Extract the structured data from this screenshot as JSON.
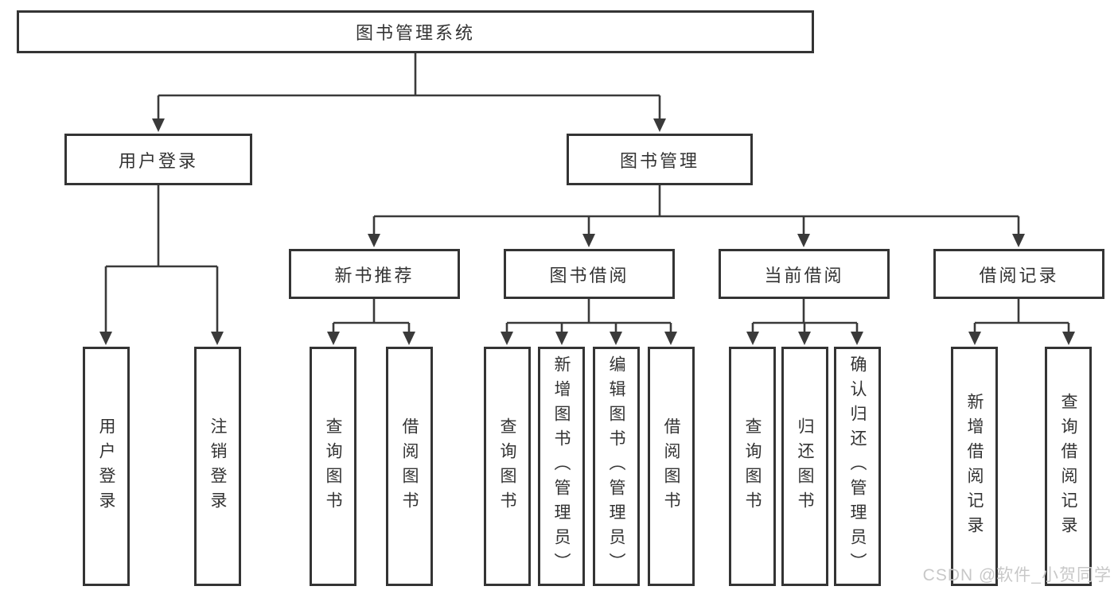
{
  "diagram": {
    "root": {
      "label": "图书管理系统"
    },
    "branches": [
      {
        "label": "用户登录",
        "children": [
          {
            "label": "用户登录"
          },
          {
            "label": "注销登录"
          }
        ]
      },
      {
        "label": "图书管理",
        "groups": [
          {
            "label": "新书推荐",
            "children": [
              {
                "label": "查询图书"
              },
              {
                "label": "借阅图书"
              }
            ]
          },
          {
            "label": "图书借阅",
            "children": [
              {
                "label": "查询图书"
              },
              {
                "label": "新增图书（管理员）"
              },
              {
                "label": "编辑图书（管理员）"
              },
              {
                "label": "借阅图书"
              }
            ]
          },
          {
            "label": "当前借阅",
            "children": [
              {
                "label": "查询图书"
              },
              {
                "label": "归还图书"
              },
              {
                "label": "确认归还（管理员）"
              }
            ]
          },
          {
            "label": "借阅记录",
            "children": [
              {
                "label": "新增借阅记录"
              },
              {
                "label": "查询借阅记录"
              }
            ]
          }
        ]
      }
    ]
  },
  "watermark": {
    "text": "CSDN @软件_小贺同学"
  },
  "colors": {
    "line": "#3a3a3a",
    "box_border": "#343434",
    "text": "#333333",
    "background": "#ffffff",
    "watermark": "#c8c8c8"
  }
}
